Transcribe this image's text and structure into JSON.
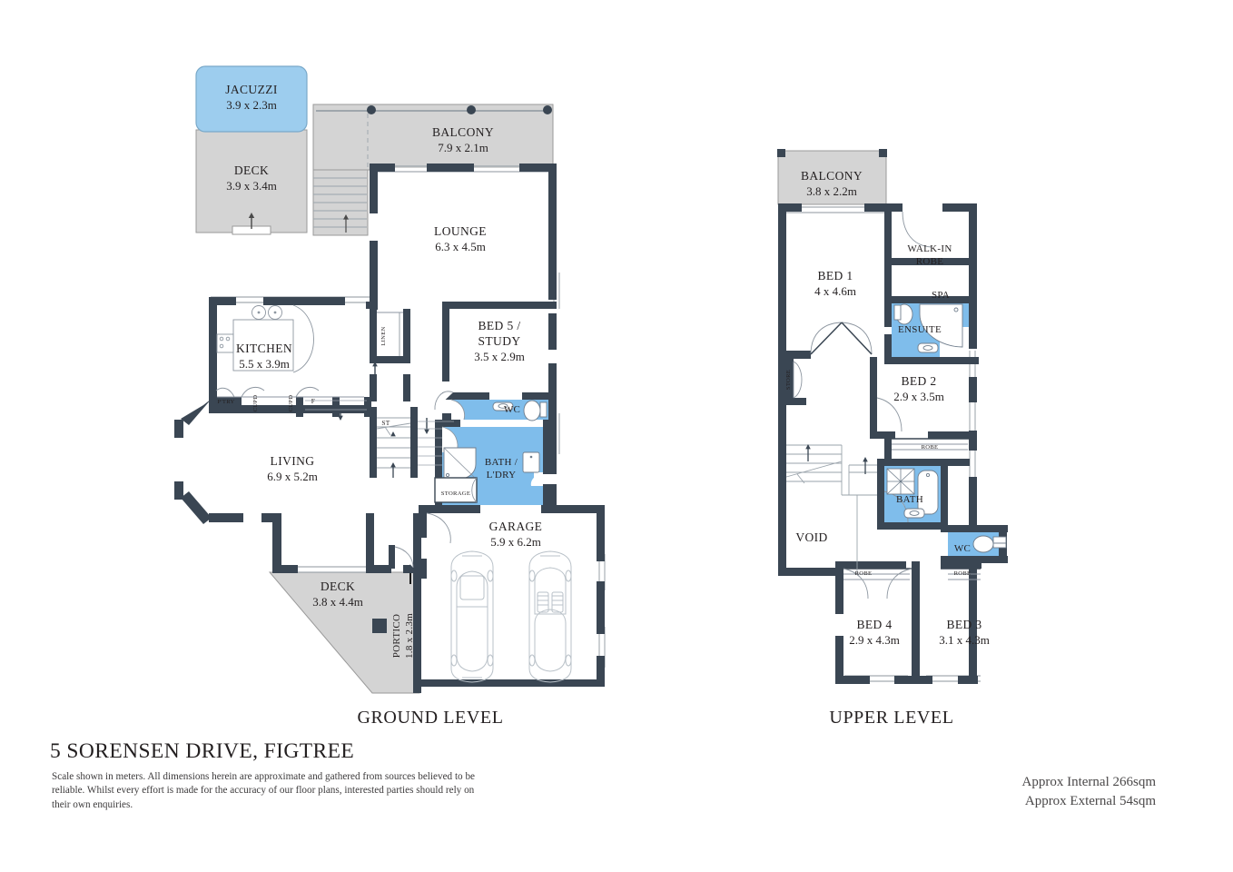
{
  "document": {
    "address_title": "5 SORENSEN DRIVE, FIGTREE",
    "disclaimer": "Scale shown in meters. All dimensions herein are approximate and gathered from sources believed to be  reliable. Whilst every effort is made for the accuracy of our floor plans, interested parties should rely on their own enquiries.",
    "area_internal": "Approx Internal 266sqm",
    "area_external": "Approx External 54sqm"
  },
  "colors": {
    "wall": "#3a4653",
    "wet_area": "#7fbdeb",
    "deck_fill": "#d4d4d4",
    "deck_stroke": "#9a9a9a",
    "text": "#231f20",
    "thin_line": "#9aa3ab",
    "fixture_line": "#6f7d8c"
  },
  "levels": [
    {
      "id": "ground",
      "title": "GROUND LEVEL"
    },
    {
      "id": "upper",
      "title": "UPPER LEVEL"
    }
  ],
  "ground": {
    "rooms": [
      {
        "name": "JACUZZI",
        "dim": "3.9 x 2.3m"
      },
      {
        "name": "DECK",
        "dim": "3.9 x 3.4m"
      },
      {
        "name": "BALCONY",
        "dim": "7.9 x 2.1m"
      },
      {
        "name": "LOUNGE",
        "dim": "6.3 x 4.5m"
      },
      {
        "name": "KITCHEN",
        "dim": "5.5 x 3.9m"
      },
      {
        "name": "BED 5 /",
        "name2": "STUDY",
        "dim": "3.5 x 2.9m"
      },
      {
        "name": "LIVING",
        "dim": "6.9 x 5.2m"
      },
      {
        "name": "BATH /",
        "name2": "L'DRY",
        "dim": ""
      },
      {
        "name": "GARAGE",
        "dim": "5.9 x 6.2m"
      },
      {
        "name": "DECK",
        "dim": "3.8 x 4.4m"
      },
      {
        "name": "PORTICO",
        "dim": "1.8 x 2.3m"
      }
    ],
    "small_labels": [
      "P'TRY",
      "CUPD",
      "CUPD",
      "F",
      "LINEN",
      "ST",
      "WC",
      "STORAGE"
    ]
  },
  "upper": {
    "rooms": [
      {
        "name": "BALCONY",
        "dim": "3.8 x 2.2m"
      },
      {
        "name": "BED 1",
        "dim": "4 x 4.6m"
      },
      {
        "name": "WALK-IN",
        "name2": "ROBE",
        "dim": ""
      },
      {
        "name": "SPA",
        "dim": ""
      },
      {
        "name": "ENSUITE",
        "dim": ""
      },
      {
        "name": "BED 2",
        "dim": "2.9 x 3.5m"
      },
      {
        "name": "BATH",
        "dim": ""
      },
      {
        "name": "WC",
        "dim": ""
      },
      {
        "name": "VOID",
        "dim": ""
      },
      {
        "name": "BED 4",
        "dim": "2.9 x 4.3m"
      },
      {
        "name": "BED 3",
        "dim": "3.1 x 4.3m"
      }
    ],
    "small_labels": [
      "STORE",
      "ROBE",
      "ROBE",
      "ROBE"
    ]
  },
  "text": {
    "jacuzzi": "JACUZZI",
    "jacuzzi_dim": "3.9 x 2.3m",
    "deck_top": "DECK",
    "deck_top_dim": "3.9 x 3.4m",
    "balcony_g": "BALCONY",
    "balcony_g_dim": "7.9 x 2.1m",
    "lounge": "LOUNGE",
    "lounge_dim": "6.3 x 4.5m",
    "kitchen": "KITCHEN",
    "kitchen_dim": "5.5 x 3.9m",
    "bed5a": "BED 5 /",
    "bed5b": "STUDY",
    "bed5_dim": "3.5 x 2.9m",
    "living": "LIVING",
    "living_dim": "6.9 x 5.2m",
    "batha": "BATH /",
    "bathb": "L'DRY",
    "garage": "GARAGE",
    "garage_dim": "5.9 x 6.2m",
    "deck_bot": "DECK",
    "deck_bot_dim": "3.8 x 4.4m",
    "portico": "PORTICO",
    "portico_dim": "1.8 x 2.3m",
    "ptry": "P'TRY",
    "cupd1": "CUPD",
    "cupd2": "CUPD",
    "fridge": "F",
    "linen": "LINEN",
    "st": "ST",
    "wc_g": "WC",
    "storage": "STORAGE",
    "balcony_u": "BALCONY",
    "balcony_u_dim": "3.8 x 2.2m",
    "bed1": "BED 1",
    "bed1_dim": "4 x 4.6m",
    "wira": "WALK-IN",
    "wirb": "ROBE",
    "spa": "SPA",
    "ensuite": "ENSUITE",
    "bed2": "BED 2",
    "bed2_dim": "2.9 x 3.5m",
    "bath_u": "BATH",
    "wc_u": "WC",
    "void": "VOID",
    "bed4": "BED 4",
    "bed4_dim": "2.9 x 4.3m",
    "bed3": "BED 3",
    "bed3_dim": "3.1 x 4.3m",
    "store": "STORE",
    "robe1": "ROBE",
    "robe2": "ROBE",
    "robe3": "ROBE",
    "robe4": "ROBE",
    "ground_level": "GROUND LEVEL",
    "upper_level": "UPPER LEVEL"
  }
}
